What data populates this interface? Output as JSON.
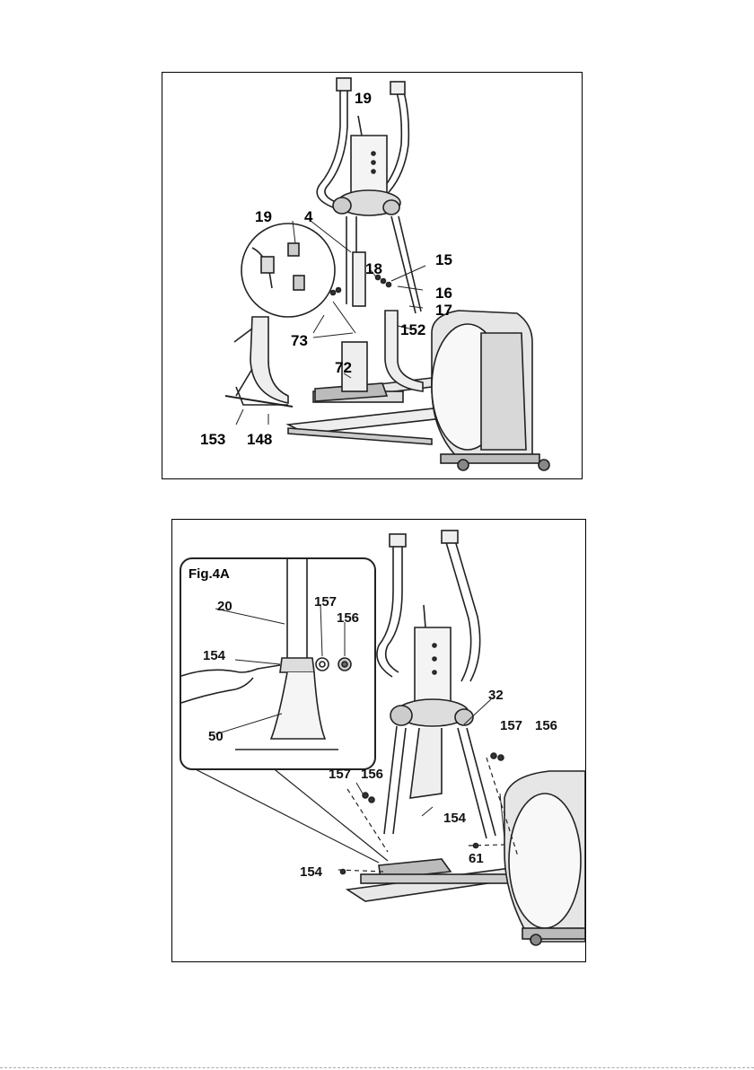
{
  "figure1": {
    "callouts": {
      "p19_top": "19",
      "p19_inset": "19",
      "p4": "4",
      "p15": "15",
      "p18": "18",
      "p16": "16",
      "p17": "17",
      "p73": "73",
      "p152": "152",
      "p72": "72",
      "p153": "153",
      "p148": "148"
    }
  },
  "figure2": {
    "inset_title": "Fig.4A",
    "inset_callouts": {
      "p20": "20",
      "p157": "157",
      "p156": "156",
      "p154": "154",
      "p50": "50"
    },
    "callouts": {
      "p32": "32",
      "p157_right": "157",
      "p156_right": "156",
      "p157_left": "157",
      "p156_left": "156",
      "p154_mid": "154",
      "p154_left": "154",
      "p61": "61"
    }
  }
}
